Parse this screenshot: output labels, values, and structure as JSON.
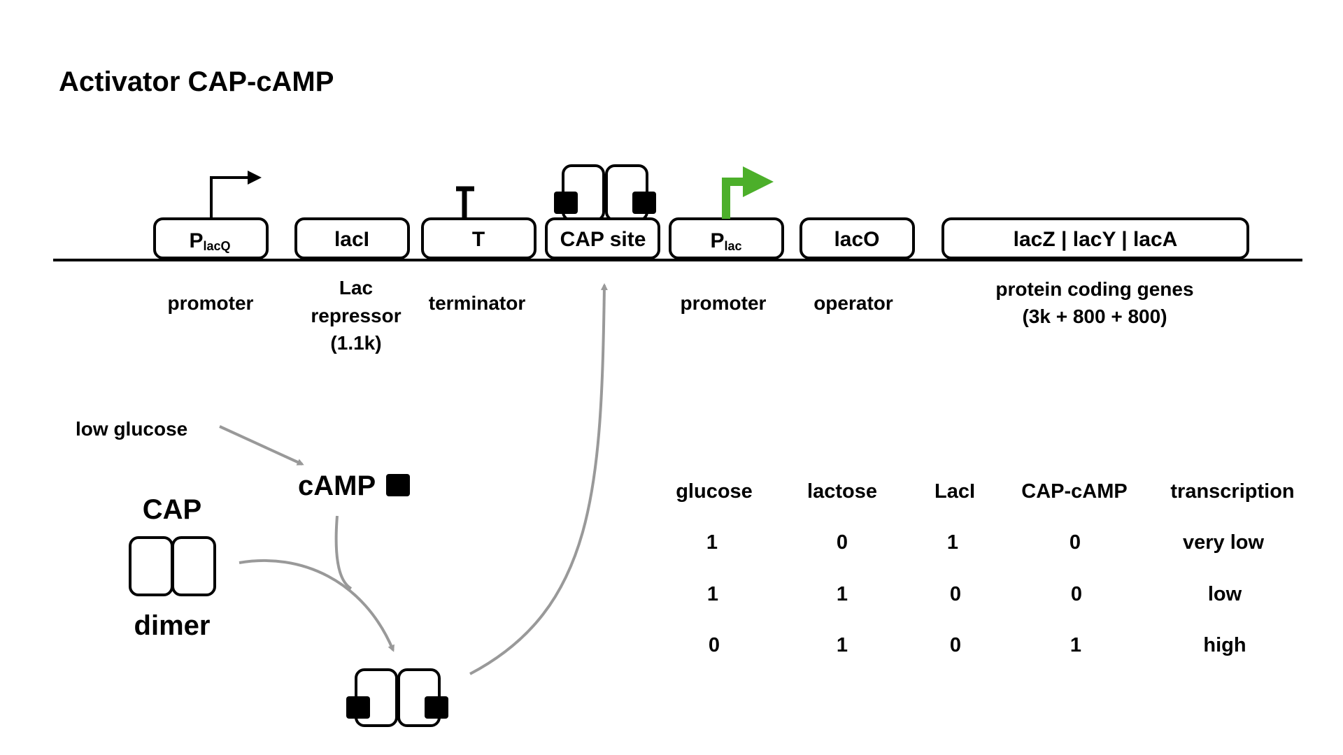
{
  "title": "Activator CAP-cAMP",
  "parts": {
    "placq": {
      "main": "P",
      "sub": "lacQ",
      "desc": "promoter"
    },
    "laci": {
      "label": "lacI",
      "desc": [
        "Lac",
        "repressor",
        "(1.1k)"
      ]
    },
    "terminator": {
      "label": "T",
      "desc": "terminator"
    },
    "capsite": {
      "label": "CAP site"
    },
    "plac": {
      "main": "P",
      "sub": "lac",
      "desc": "promoter"
    },
    "laco": {
      "label": "lacO",
      "desc": "operator"
    },
    "genes": {
      "label": "lacZ | lacY | lacA",
      "desc": [
        "protein coding genes",
        "(3k + 800 + 800)"
      ]
    }
  },
  "pathway": {
    "low_glucose": "low glucose",
    "camp": "cAMP",
    "cap": "CAP",
    "dimer": "dimer"
  },
  "table": {
    "headers": [
      "glucose",
      "lactose",
      "LacI",
      "CAP-cAMP",
      "transcription"
    ],
    "rows": [
      [
        "1",
        "0",
        "1",
        "0",
        "very low"
      ],
      [
        "1",
        "1",
        "0",
        "0",
        "low"
      ],
      [
        "0",
        "1",
        "0",
        "1",
        "high"
      ]
    ]
  },
  "colors": {
    "active_promoter": "#4caf2a",
    "arrow_gray": "#999999"
  }
}
